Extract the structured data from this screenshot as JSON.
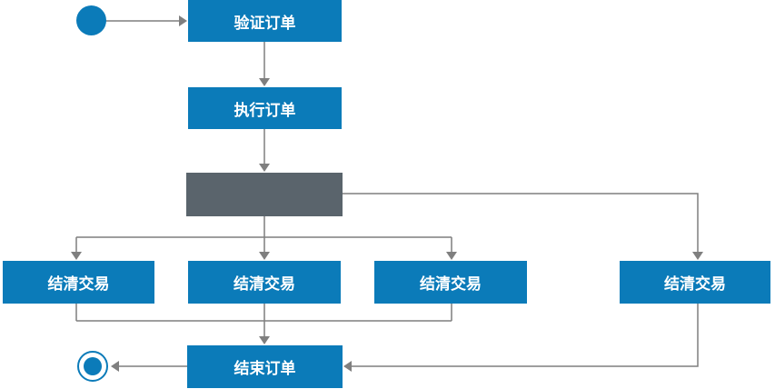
{
  "diagram": {
    "nodes": {
      "start": {
        "type": "initial-node"
      },
      "verify_order": {
        "label": "验证订单"
      },
      "execute_order": {
        "label": "执行订单"
      },
      "fork": {
        "type": "fork-bar"
      },
      "settle_1": {
        "label": "结清交易"
      },
      "settle_2": {
        "label": "结清交易"
      },
      "settle_3": {
        "label": "结清交易"
      },
      "settle_4": {
        "label": "结清交易"
      },
      "end_order": {
        "label": "结束订单"
      },
      "end": {
        "type": "final-node"
      }
    },
    "edges": [
      {
        "from": "start",
        "to": "verify_order"
      },
      {
        "from": "verify_order",
        "to": "execute_order"
      },
      {
        "from": "execute_order",
        "to": "fork"
      },
      {
        "from": "fork",
        "to": "settle_1"
      },
      {
        "from": "fork",
        "to": "settle_2"
      },
      {
        "from": "fork",
        "to": "settle_3"
      },
      {
        "from": "fork",
        "to": "settle_4"
      },
      {
        "from": "settle_1",
        "to": "end_order"
      },
      {
        "from": "settle_2",
        "to": "end_order"
      },
      {
        "from": "settle_3",
        "to": "end_order"
      },
      {
        "from": "settle_4",
        "to": "end_order"
      },
      {
        "from": "end_order",
        "to": "end"
      }
    ],
    "colors": {
      "activity_blue": "#0b7bb9",
      "fork_bar_gray": "#5a646c",
      "connector_gray": "#7f7f7f",
      "label_text": "#ffffff",
      "background": "#ffffff"
    }
  }
}
